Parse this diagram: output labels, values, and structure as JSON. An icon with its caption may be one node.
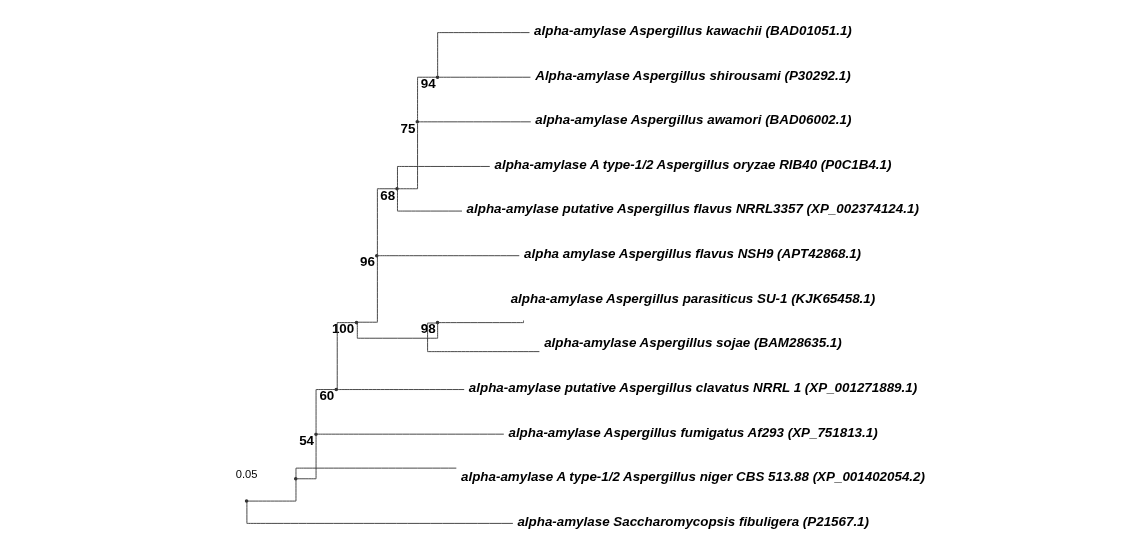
{
  "diagram": {
    "nodes": [
      {
        "text": [],
        "shape": "point"
      },
      {
        "text": [],
        "shape": "point"
      },
      {
        "text": [],
        "shape": "point",
        "beside": [
          "54"
        ]
      },
      {
        "text": [],
        "shape": "point",
        "beside": [
          "60"
        ]
      },
      {
        "text": [],
        "shape": "point",
        "beside": [
          "100"
        ]
      },
      {
        "text": [],
        "shape": "point",
        "beside": [
          "96"
        ]
      },
      {
        "text": [],
        "shape": "point",
        "beside": [
          "68"
        ]
      },
      {
        "text": [],
        "shape": "point",
        "beside": [
          "75"
        ]
      },
      {
        "text": [],
        "shape": "point",
        "beside": [
          "94"
        ]
      },
      {
        "text": [
          "alpha-amylase Aspergillus kawachii (BAD01051.1)"
        ]
      },
      {
        "text": [
          "Alpha-amylase Aspergillus shirousami (P30292.1)"
        ]
      },
      {
        "text": [
          "alpha-amylase Aspergillus awamori (BAD06002.1)"
        ]
      },
      {
        "text": [
          "alpha-amylase A type-1/2 Aspergillus oryzae RIB40 (P0C1B4.1)"
        ]
      },
      {
        "text": [
          "alpha-amylase putative Aspergillus flavus NRRL3357 (XP_002374124.1)"
        ]
      },
      {
        "text": [
          "alpha amylase Aspergillus flavus NSH9 (APT42868.1)"
        ]
      },
      {
        "text": [],
        "shape": "point",
        "beside": [
          "98"
        ]
      },
      {
        "text": [
          "alpha-amylase Aspergillus parasiticus SU-1 (KJK65458.1)"
        ]
      },
      {
        "text": [
          "alpha-amylase Aspergillus sojae (BAM28635.1)"
        ]
      },
      {
        "text": [
          "alpha-amylase putative Aspergillus clavatus NRRL 1 (XP_001271889.1)"
        ]
      },
      {
        "text": [
          "alpha-amylase Aspergillus fumigatus Af293 (XP_751813.1)"
        ]
      },
      {
        "text": [
          "alpha-amylase A type-1/2 Aspergillus niger CBS 513.88 (XP_001402054.2)"
        ]
      },
      {
        "text": [
          "alpha-amylase Saccharomycopsis fibuligera (P21567.1)"
        ]
      }
    ],
    "edges": [
      {
        "from": 0,
        "to": 1,
        "arrow": "none"
      },
      {
        "from": 0,
        "to": 21,
        "arrow": "none"
      },
      {
        "from": 1,
        "to": 2,
        "arrow": "none"
      },
      {
        "from": 1,
        "to": 20,
        "arrow": "none"
      },
      {
        "from": 2,
        "to": 3,
        "arrow": "none"
      },
      {
        "from": 2,
        "to": 19,
        "arrow": "none"
      },
      {
        "from": 3,
        "to": 4,
        "arrow": "none"
      },
      {
        "from": 3,
        "to": 18,
        "arrow": "none"
      },
      {
        "from": 4,
        "to": 5,
        "arrow": "none"
      },
      {
        "from": 4,
        "to": 15,
        "arrow": "none"
      },
      {
        "from": 5,
        "to": 6,
        "arrow": "none"
      },
      {
        "from": 5,
        "to": 14,
        "arrow": "none"
      },
      {
        "from": 6,
        "to": 7,
        "arrow": "none"
      },
      {
        "from": 6,
        "to": 12,
        "arrow": "none"
      },
      {
        "from": 6,
        "to": 13,
        "arrow": "none"
      },
      {
        "from": 7,
        "to": 8,
        "arrow": "none"
      },
      {
        "from": 7,
        "to": 11,
        "arrow": "none"
      },
      {
        "from": 8,
        "to": 9,
        "arrow": "none"
      },
      {
        "from": 8,
        "to": 10,
        "arrow": "none"
      },
      {
        "from": 15,
        "to": 16,
        "arrow": "none"
      },
      {
        "from": 15,
        "to": 17,
        "arrow": "none"
      }
    ],
    "labels": [
      "0.05"
    ]
  }
}
